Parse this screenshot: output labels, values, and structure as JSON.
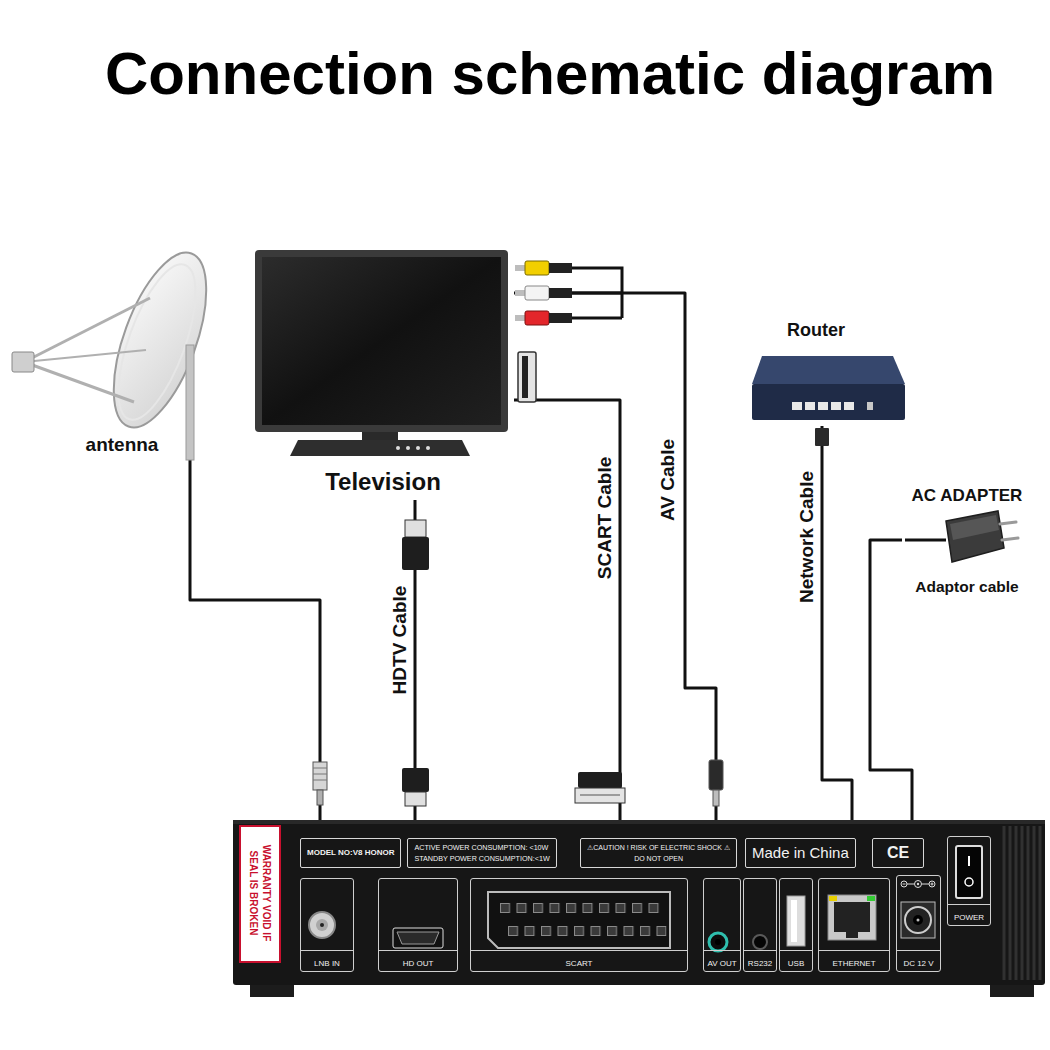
{
  "diagram": {
    "title": "Connection schematic diagram",
    "nodes": [
      {
        "text": [
          "antenna"
        ]
      },
      {
        "text": [
          "Television"
        ]
      },
      {
        "text": [
          "Router"
        ]
      },
      {
        "text": [
          "AC ADAPTER"
        ]
      },
      {
        "text": [
          "MODEL NO:V8 HONOR",
          "ACTIVE POWER CONSUMPTION: <10W",
          "STANDBY POWER CONSUMPTION:<1W",
          "⚠CAUTION ! RISK OF ELECTRIC SHOCK ⚠",
          "DO NOT OPEN",
          "Made in China",
          "CE",
          "WARRANTY VOID IF SEAL IS BROKEN"
        ]
      },
      {
        "text": [
          "LNB IN"
        ],
        "in": 4
      },
      {
        "text": [
          "HD OUT"
        ],
        "in": 4
      },
      {
        "text": [
          "SCART"
        ],
        "in": 4
      },
      {
        "text": [
          "AV OUT"
        ],
        "in": 4
      },
      {
        "text": [
          "RS232"
        ],
        "in": 4
      },
      {
        "text": [
          "USB"
        ],
        "in": 4
      },
      {
        "text": [
          "ETHERNET"
        ],
        "in": 4
      },
      {
        "text": [
          "DC 12 V"
        ],
        "in": 4
      },
      {
        "text": [
          "POWER"
        ],
        "in": 4
      }
    ],
    "edges": [
      {
        "from": 0,
        "to": 5,
        "arrow": "none"
      },
      {
        "from": 1,
        "to": 6,
        "label": "HDTV Cable",
        "arrow": "none"
      },
      {
        "from": 1,
        "to": 7,
        "label": "SCART Cable",
        "arrow": "none"
      },
      {
        "from": 1,
        "to": 8,
        "label": "AV Cable",
        "arrow": "none"
      },
      {
        "from": 2,
        "to": 11,
        "label": "Network Cable",
        "arrow": "none"
      },
      {
        "from": 3,
        "to": 12,
        "label": "Adaptor cable",
        "arrow": "none"
      }
    ]
  }
}
